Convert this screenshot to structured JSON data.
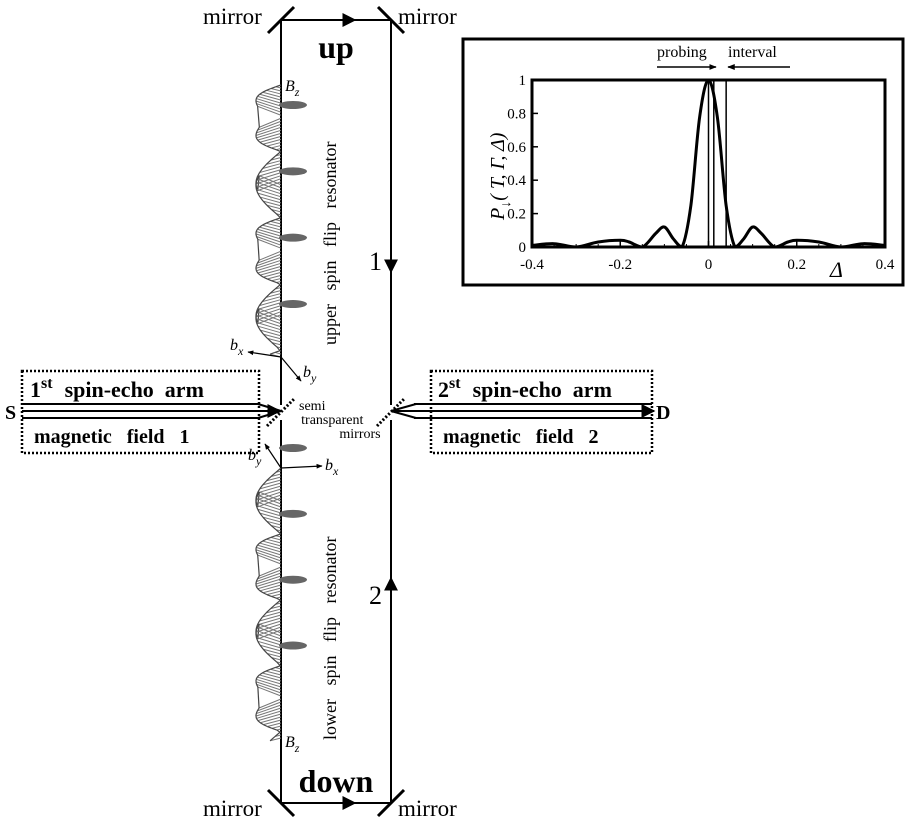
{
  "labels": {
    "mirror_top_left": "mirror",
    "mirror_top_right": "mirror",
    "mirror_bottom_left": "mirror",
    "mirror_bottom_right": "mirror",
    "up": "up",
    "down": "down",
    "path_1": "1",
    "path_2": "2",
    "source": "S",
    "detector": "D",
    "semi_transparent": [
      "semi",
      "transparent",
      "mirrors"
    ],
    "upper_resonator": "upper   spin   flip   resonator",
    "lower_resonator": "lower   spin   flip   resonator",
    "Bz_top": "B",
    "Bz_top_sub": "z",
    "Bz_bottom": "B",
    "Bz_bottom_sub": "z",
    "bx_upper": "b",
    "bx_upper_sub": "x",
    "by_upper": "b",
    "by_upper_sub": "y",
    "bx_lower": "b",
    "bx_lower_sub": "x",
    "by_lower": "b",
    "by_lower_sub": "y"
  },
  "arm1": {
    "ordinal": "1",
    "ordinal_sup": "st",
    "title": "spin-echo  arm",
    "subtitle": "magnetic   field   1"
  },
  "arm2": {
    "ordinal": "2",
    "ordinal_sup": "st",
    "title": "spin-echo  arm",
    "subtitle": "magnetic   field   2"
  },
  "inset": {
    "probing_label": "probing",
    "interval_label": "interval",
    "ylabel_main": "P",
    "ylabel_sub": "↓",
    "ylabel_args": "( T, Γ, Δ)",
    "xlabel": "Δ"
  },
  "chart_data": {
    "type": "line",
    "xlabel": "Δ",
    "ylabel": "P↓( T, Γ, Δ)",
    "xlim": [
      -0.4,
      0.4
    ],
    "ylim": [
      0,
      1
    ],
    "x_ticks": [
      "-0.4",
      "-0.2",
      "0",
      "0.2",
      "0.4"
    ],
    "y_ticks": [
      "0",
      "0.2",
      "0.4",
      "0.6",
      "0.8",
      "1"
    ],
    "grid": false,
    "probing_interval": [
      0.012,
      0.04
    ],
    "series": [
      {
        "x": [
          -0.4,
          -0.35,
          -0.3,
          -0.25,
          -0.2,
          -0.18,
          -0.15,
          -0.12,
          -0.1,
          -0.08,
          -0.06,
          -0.04,
          -0.02,
          0,
          0.02,
          0.04,
          0.06,
          0.08,
          0.1,
          0.12,
          0.15,
          0.18,
          0.2,
          0.25,
          0.3,
          0.35,
          0.4
        ],
        "y": [
          0.01,
          0.02,
          0.0,
          0.03,
          0.04,
          0.03,
          0.0,
          0.08,
          0.12,
          0.05,
          0.0,
          0.25,
          0.78,
          1.0,
          0.78,
          0.25,
          0.0,
          0.05,
          0.12,
          0.08,
          0.0,
          0.03,
          0.04,
          0.03,
          0.0,
          0.02,
          0.01
        ]
      }
    ]
  }
}
